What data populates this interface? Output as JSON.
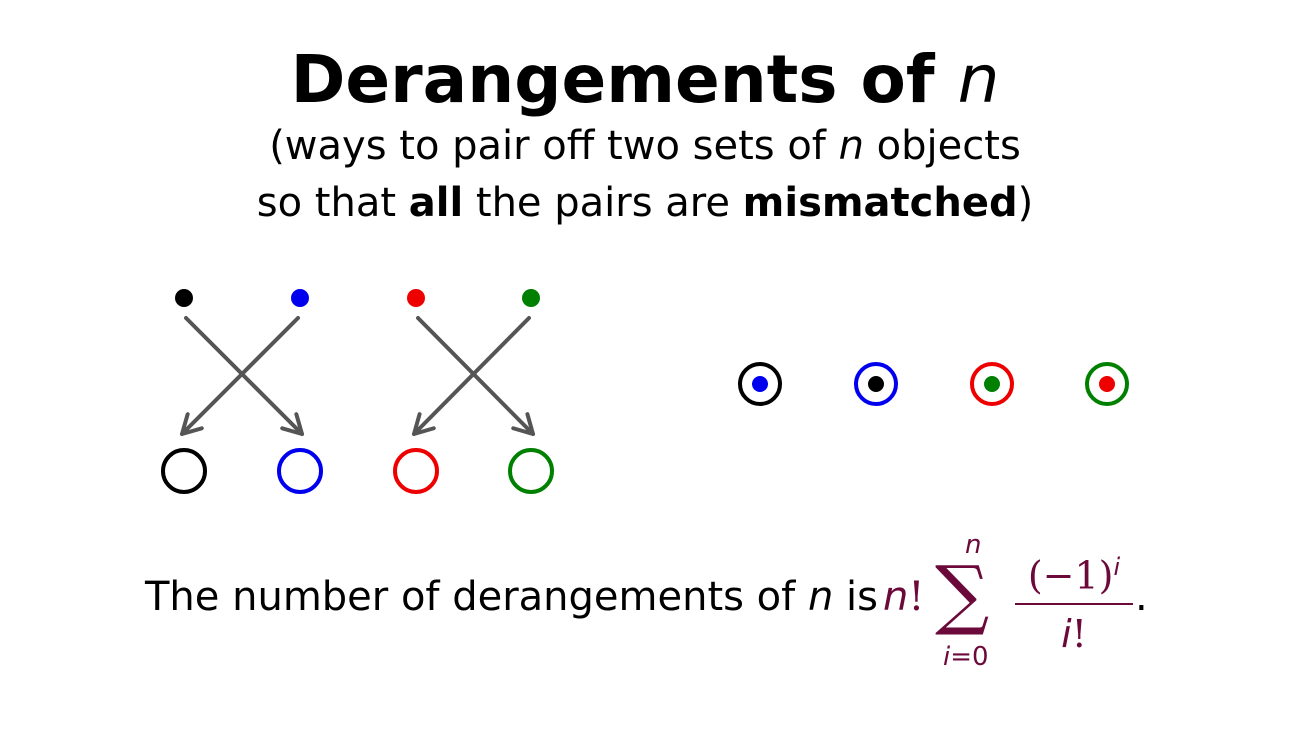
{
  "title": {
    "text": "Derangements of ",
    "variable": "n"
  },
  "subtitle": {
    "line1_a": "(ways to pair off two sets of ",
    "line1_var": "n",
    "line1_b": " objects",
    "line2_a": "so that ",
    "line2_bold1": "all",
    "line2_b": " the pairs are ",
    "line2_bold2": "mismatched",
    "line2_c": ")"
  },
  "colors": {
    "black": "#000000",
    "blue": "#0000ee",
    "red": "#ee0000",
    "green": "#008000",
    "arrow": "#555555",
    "math": "#6b0a3a"
  },
  "diagram": {
    "objects": [
      "black",
      "blue",
      "red",
      "green"
    ],
    "pairing": [
      1,
      0,
      3,
      2
    ],
    "result_pairs": [
      {
        "ring": "black",
        "dot": "blue"
      },
      {
        "ring": "blue",
        "dot": "black"
      },
      {
        "ring": "red",
        "dot": "green"
      },
      {
        "ring": "green",
        "dot": "red"
      }
    ]
  },
  "formula": {
    "text_a": "The number of derangements of ",
    "text_var": "n",
    "text_b": " is ",
    "n_fact_var": "n",
    "n_fact_bang": "!",
    "sigma": "∑",
    "sum_upper": "n",
    "sum_lower_var": "i",
    "sum_lower_rest": "=0",
    "numerator": "(−1)",
    "numerator_exp": "i",
    "denominator_var": "i",
    "denominator_bang": "!",
    "period": "."
  }
}
